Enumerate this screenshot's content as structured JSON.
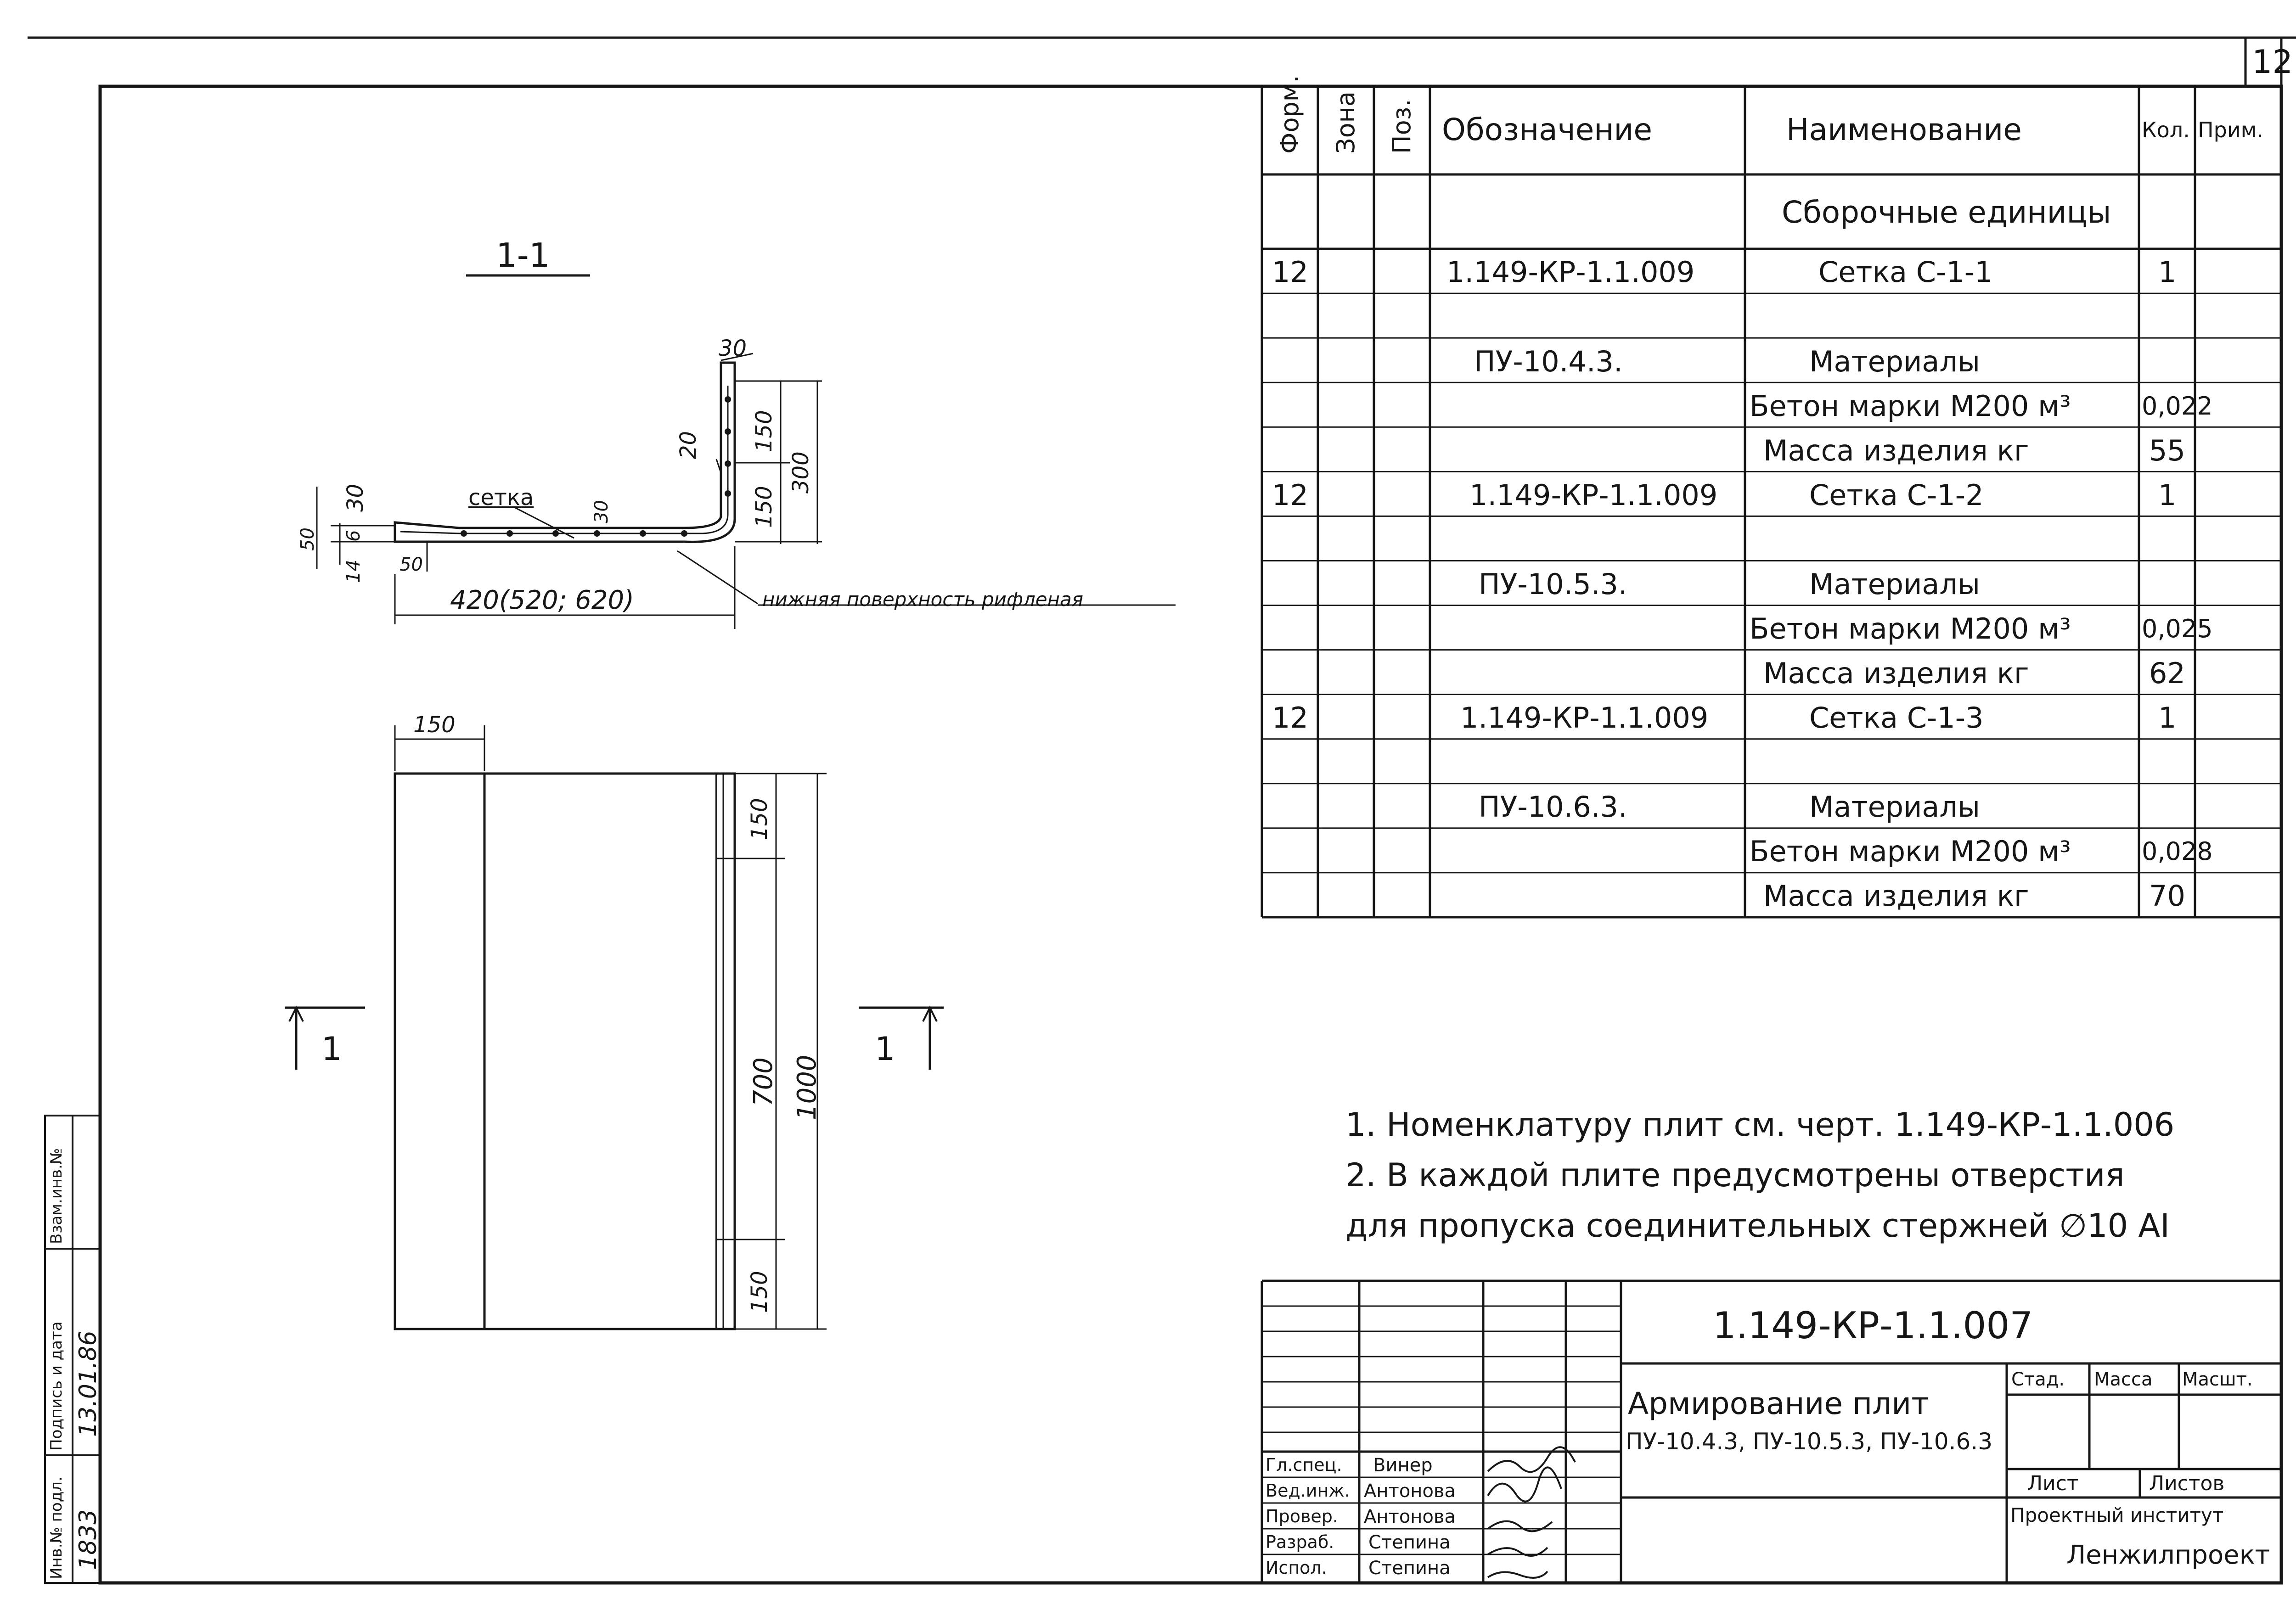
{
  "sheet": {
    "number": "12"
  },
  "spec_table": {
    "headers": {
      "format": "Форм.",
      "zone": "Зона",
      "pos": "Поз.",
      "designation": "Обозначение",
      "name": "Наименование",
      "qty": "Кол.",
      "note": "Прим."
    },
    "section_title": "Сборочные единицы",
    "rows": [
      {
        "format": "12",
        "designation": "1.149-КР-1.1.009",
        "name": "Сетка С-1-1",
        "qty": "1"
      },
      {
        "format": "",
        "designation": "",
        "name": "",
        "qty": ""
      },
      {
        "format": "",
        "designation": "ПУ-10.4.3.",
        "name": "Материалы",
        "qty": ""
      },
      {
        "format": "",
        "designation": "",
        "name": "Бетон марки М200 м³",
        "qty": "0,022"
      },
      {
        "format": "",
        "designation": "",
        "name": "Масса изделия кг",
        "qty": "55"
      },
      {
        "format": "12",
        "designation": "1.149-КР-1.1.009",
        "name": "Сетка С-1-2",
        "qty": "1"
      },
      {
        "format": "",
        "designation": "",
        "name": "",
        "qty": ""
      },
      {
        "format": "",
        "designation": "ПУ-10.5.3.",
        "name": "Материалы",
        "qty": ""
      },
      {
        "format": "",
        "designation": "",
        "name": "Бетон марки М200 м³",
        "qty": "0,025"
      },
      {
        "format": "",
        "designation": "",
        "name": "Масса изделия кг",
        "qty": "62"
      },
      {
        "format": "12",
        "designation": "1.149-КР-1.1.009",
        "name": "Сетка С-1-3",
        "qty": "1"
      },
      {
        "format": "",
        "designation": "",
        "name": "",
        "qty": ""
      },
      {
        "format": "",
        "designation": "ПУ-10.6.3.",
        "name": "Материалы",
        "qty": ""
      },
      {
        "format": "",
        "designation": "",
        "name": "Бетон марки М200 м³",
        "qty": "0,028"
      },
      {
        "format": "",
        "designation": "",
        "name": "Масса изделия кг",
        "qty": "70"
      }
    ]
  },
  "section_view": {
    "label": "1-1",
    "mesh_label": "сетка",
    "surface_note": "нижняя поверхность рифленая",
    "dims": {
      "d30_top": "30",
      "d150_a": "150",
      "d150_b": "150",
      "d300": "300",
      "d20": "20",
      "d30_mid": "30",
      "d30_left": "30",
      "d50_left": "50",
      "d14": "14",
      "d6": "6",
      "d50_bottom": "50",
      "length": "420(520; 620)"
    }
  },
  "plan_view": {
    "dims": {
      "w150": "150",
      "h150_top": "150",
      "h700": "700",
      "h1000": "1000",
      "h150_bottom": "150"
    },
    "cut_mark": "1"
  },
  "notes": [
    "1. Номенклатуру плит см. черт. 1.149-КР-1.1.006",
    "2. В каждой плите предусмотрены отверстия",
    "для пропуска соединительных стержней ∅10 АI"
  ],
  "title_block": {
    "code": "1.149-КР-1.1.007",
    "title_line1": "Армирование плит",
    "title_line2": "ПУ-10.4.3, ПУ-10.5.3, ПУ-10.6.3",
    "stage_label": "Стад.",
    "mass_label": "Масса",
    "scale_label": "Масшт.",
    "sheet_label": "Лист",
    "sheets_label": "Листов",
    "org_line1": "Проектный институт",
    "org_line2": "Ленжилпроект",
    "staff": [
      {
        "role": "Гл.спец.",
        "name": "Винер"
      },
      {
        "role": "Вед.инж.",
        "name": "Антонова"
      },
      {
        "role": "Провер.",
        "name": "Антонова"
      },
      {
        "role": "Разраб.",
        "name": "Степина"
      },
      {
        "role": "Испол.",
        "name": "Степина"
      }
    ]
  },
  "side_stamp": {
    "inv_label": "Инв.№ подл.",
    "inv_value": "1833",
    "sign_label": "Подпись и дата",
    "sign_value": "13.01.86",
    "replace_label": "Взам.инв.№"
  }
}
